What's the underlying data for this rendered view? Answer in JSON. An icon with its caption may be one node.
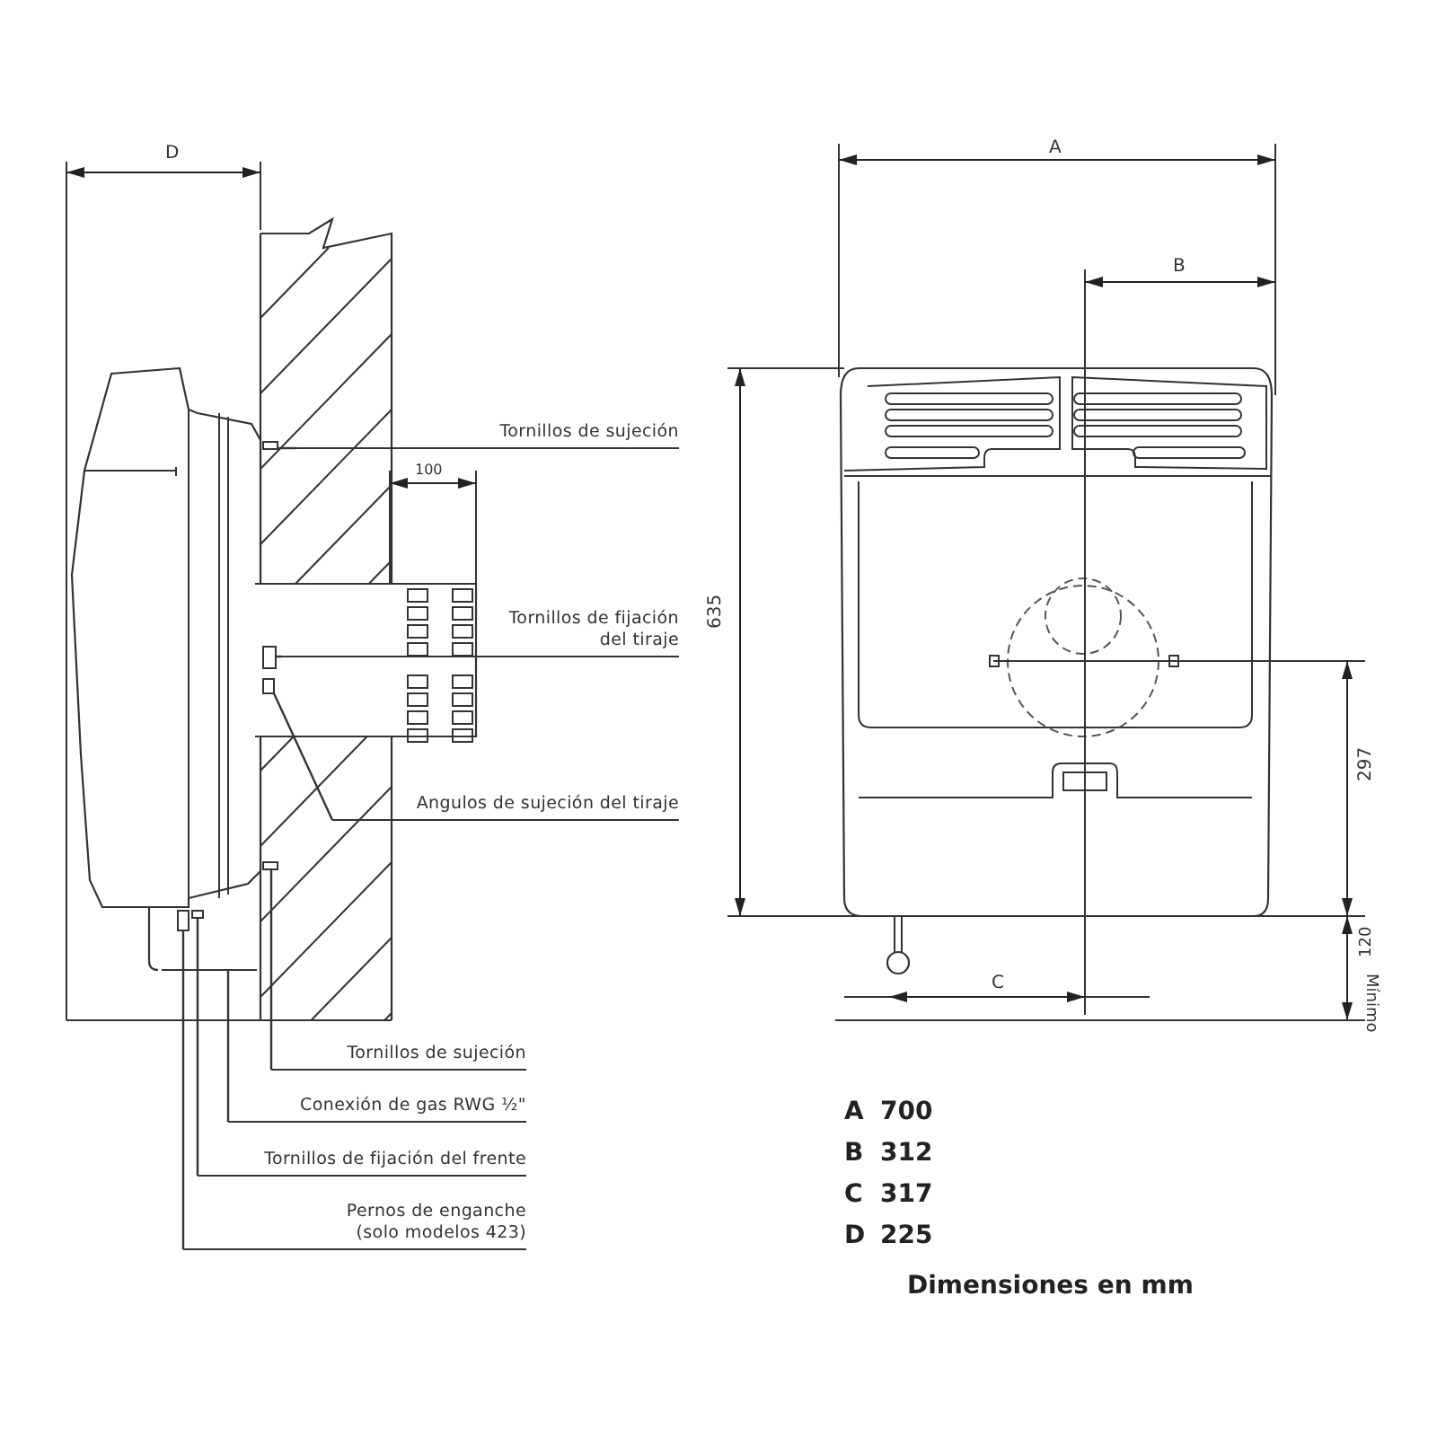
{
  "diagram": {
    "nodes": [
      {
        "text": [
          "Tornillos de sujeción"
        ]
      },
      {
        "text": [
          "Tornillos de fijación del tiraje"
        ]
      },
      {
        "text": [
          "Angulos de sujeción del tiraje"
        ]
      },
      {
        "text": [
          "Tornillos de sujeción"
        ]
      },
      {
        "text": [
          "Conexión de gas RWG ½\""
        ]
      },
      {
        "text": [
          "Tornillos de fijación del frente"
        ]
      },
      {
        "text": [
          "Pernos de enganche (solo modelos 423)"
        ]
      },
      {
        "text": [],
        "shape": "box"
      },
      {
        "text": [],
        "shape": "box"
      },
      {
        "text": [],
        "shape": "box"
      },
      {
        "text": [],
        "shape": "box"
      },
      {
        "text": [],
        "shape": "box"
      },
      {
        "text": [],
        "shape": "box"
      },
      {
        "text": [],
        "shape": "bar"
      }
    ],
    "edges": [
      {
        "from": 0,
        "to": 7,
        "arrow": "none"
      },
      {
        "from": 1,
        "to": 8,
        "arrow": "none"
      },
      {
        "from": 2,
        "to": 9,
        "arrow": "none"
      },
      {
        "from": 3,
        "to": 10,
        "arrow": "none"
      },
      {
        "from": 4,
        "to": 13,
        "arrow": "none"
      },
      {
        "from": 5,
        "to": 11,
        "arrow": "none"
      },
      {
        "from": 6,
        "to": 12,
        "arrow": "none"
      }
    ],
    "labels": [
      "D",
      "100",
      "A",
      "B",
      "635",
      "297",
      "120",
      "Mínimo",
      "C",
      "A",
      "700",
      "B",
      "312",
      "C",
      "317",
      "D",
      "225",
      "Dimensiones en mm"
    ]
  }
}
